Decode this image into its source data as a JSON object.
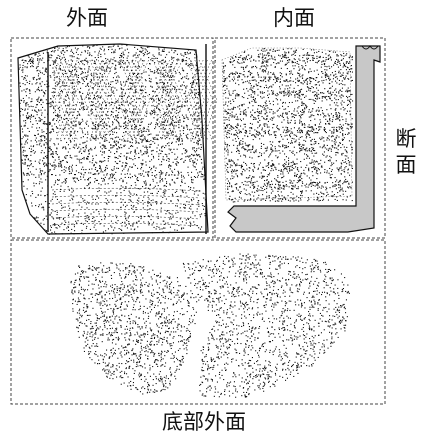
{
  "labels": {
    "outer_surface": "外面",
    "inner_surface": "内面",
    "cross_section_top": "断",
    "cross_section_bottom": "面",
    "bottom_outer_surface": "底部外面"
  },
  "colors": {
    "ink": "#111111",
    "section_fill": "#c8c8c8",
    "frame": "#444444"
  }
}
